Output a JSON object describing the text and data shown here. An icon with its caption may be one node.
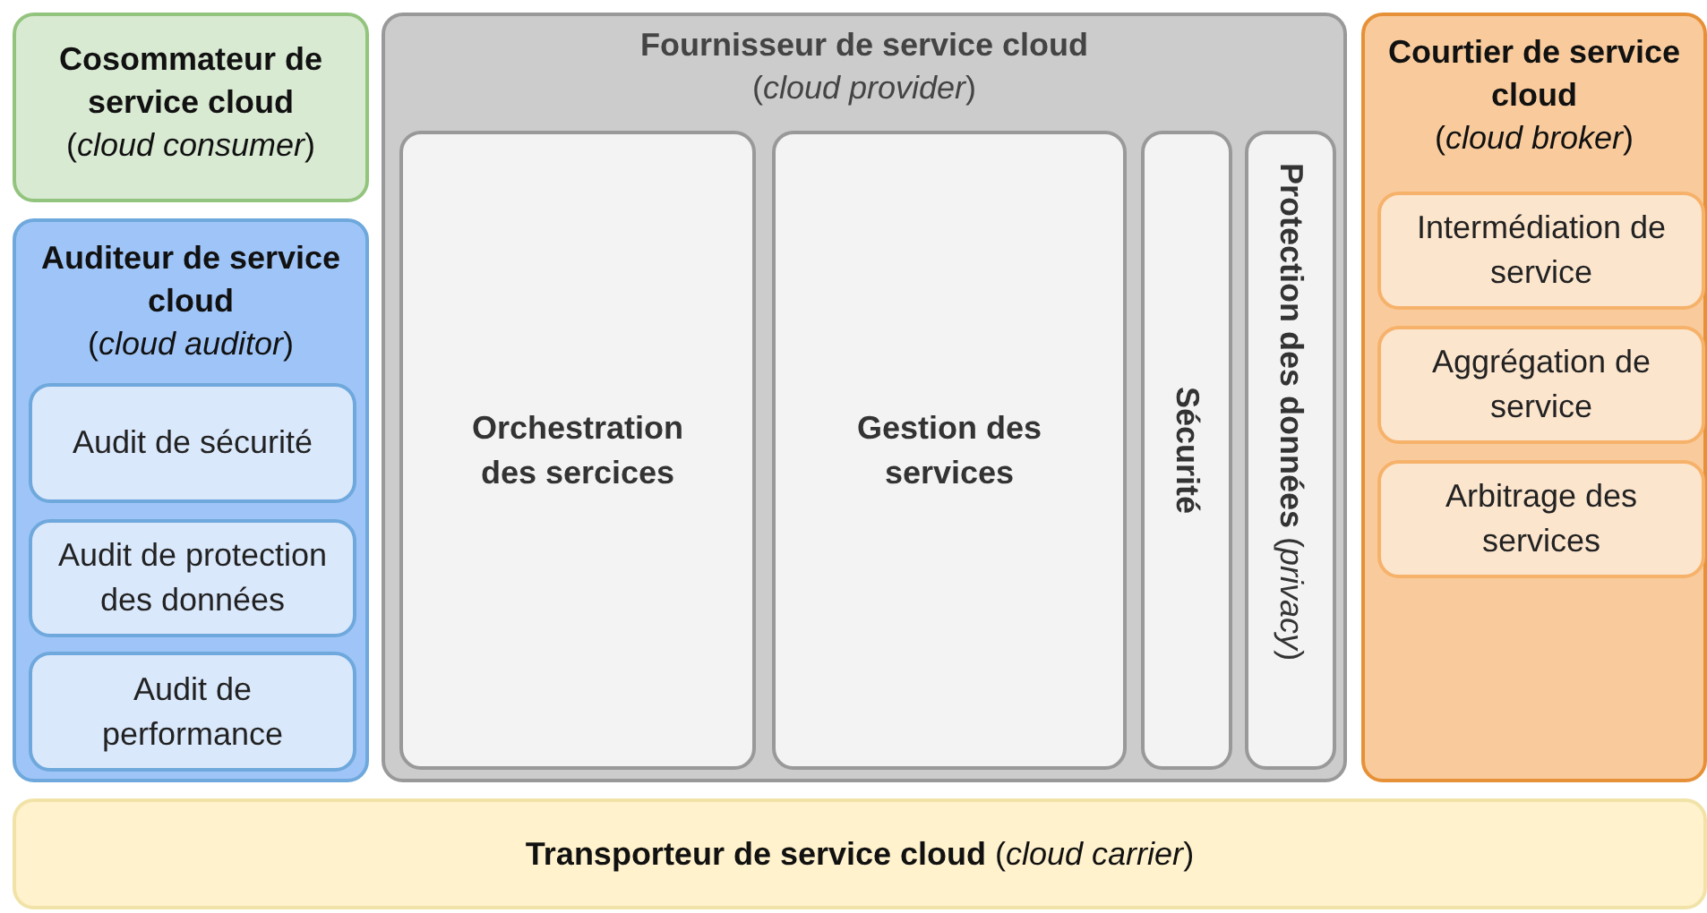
{
  "diagram": {
    "nodes": [
      {
        "text": [
          "Cosommateur de service cloud",
          "(*cloud consumer*)"
        ]
      },
      {
        "text": [
          "Fournisseur de service cloud",
          "(*cloud provider*)"
        ]
      },
      {
        "text": [
          "Orchestration des sercices"
        ],
        "in": 1
      },
      {
        "text": [
          "Gestion des services"
        ],
        "in": 1
      },
      {
        "text": [
          "Sécurité"
        ],
        "in": 1
      },
      {
        "text": [
          "**Protection des données** (*privacy*)"
        ],
        "in": 1
      },
      {
        "text": [
          "Courtier de service cloud",
          "(*cloud broker*)"
        ]
      },
      {
        "text": [
          "Intermédiation de service"
        ],
        "in": 6
      },
      {
        "text": [
          "Aggrégation de service"
        ],
        "in": 6
      },
      {
        "text": [
          "Arbitrage des services"
        ],
        "in": 6
      },
      {
        "text": [
          "Auditeur de service cloud",
          "(*cloud auditor*)"
        ]
      },
      {
        "text": [
          "Audit de sécurité"
        ],
        "in": 10
      },
      {
        "text": [
          "Audit de protection des données"
        ],
        "in": 10
      },
      {
        "text": [
          "Audit de performance"
        ],
        "in": 10
      },
      {
        "text": [
          "**Transporteur de service cloud** (*cloud carrier*)"
        ]
      }
    ]
  }
}
